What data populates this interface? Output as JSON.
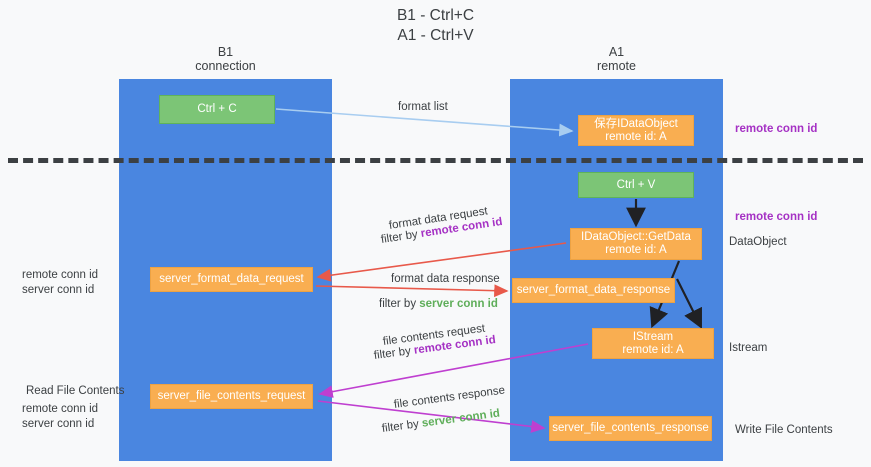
{
  "diagram": {
    "title": "B1 - Ctrl+C\nA1 - Ctrl+V",
    "colors": {
      "lane": "#4a86e0",
      "node_green": "#7cc576",
      "node_orange": "#f9ae51",
      "remote_conn_id": "#a531c4",
      "server_conn_id": "#5fae5a",
      "arrow_format_list": "#a8cdf0",
      "arrow_format_data": "#e8594a",
      "arrow_file_contents": "#bf3fd0",
      "arrow_local": "#202124",
      "divider": "#3c4043",
      "background": "#f8f9fa"
    }
  },
  "lanes": [
    {
      "id": "b1",
      "label": "B1\nconnection"
    },
    {
      "id": "a1",
      "label": "A1\nremote"
    }
  ],
  "nodes": {
    "ctrl_c": "Ctrl + C",
    "idataobject": "保存IDataObject\nremote id: A",
    "ctrl_v": "Ctrl + V",
    "getdata": "IDataObject::GetData\nremote id: A",
    "server_format_data_request": "server_format_data_request",
    "server_format_data_response": "server_format_data_response",
    "istream": "IStream\nremote id: A",
    "server_file_contents_request": "server_file_contents_request",
    "server_file_contents_response": "server_file_contents_response"
  },
  "edge_labels": {
    "format_list": "format list",
    "format_data_request": "format data request",
    "format_data_request_filter_pre": "filter by ",
    "format_data_request_filter_key": "remote conn id",
    "format_data_response": "format data response",
    "format_data_response_filter_pre": "filter by ",
    "format_data_response_filter_key": "server conn id",
    "file_contents_request": "file contents request",
    "file_contents_request_filter_pre": "filter by ",
    "file_contents_request_filter_key": "remote conn id",
    "file_contents_response": "file contents response",
    "file_contents_response_filter_pre": "filter by ",
    "file_contents_response_filter_key": "server conn id"
  },
  "annotations": {
    "right_remote_conn_id_top": "remote conn id",
    "right_remote_conn_id_mid": "remote conn id",
    "right_dataobject": "DataObject",
    "right_istream": "Istream",
    "right_write_file_contents": "Write File Contents",
    "left_remote_conn_id_1": "remote conn id",
    "left_server_conn_id_1": "server conn id",
    "left_read_file_contents": "Read File Contents",
    "left_remote_conn_id_2": "remote conn id",
    "left_server_conn_id_2": "server conn id"
  }
}
